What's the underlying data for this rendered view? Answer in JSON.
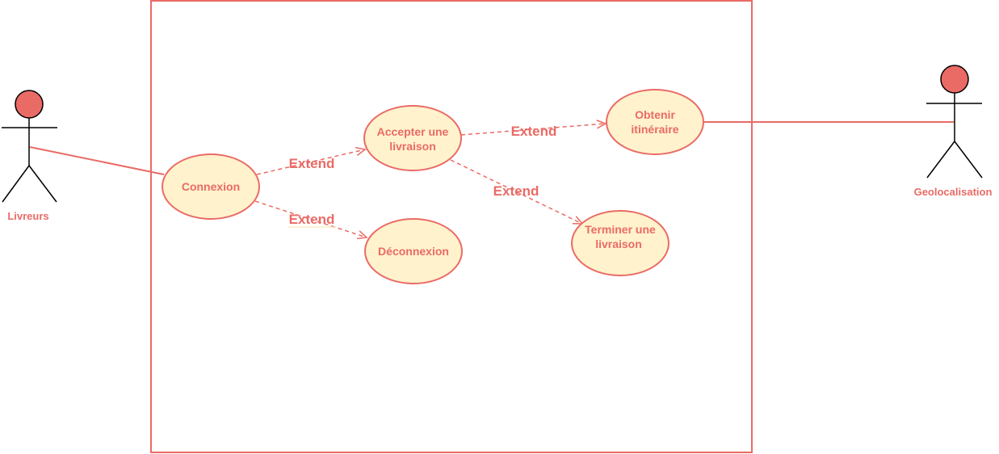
{
  "colors": {
    "accent": "#ea6b66",
    "ellipse_fill": "#fff2cc",
    "actor_head": "#ea6b66",
    "actor_body": "#000000",
    "label_underline": "#f5e6a8"
  },
  "actors": {
    "livreurs": {
      "label": "Livreurs",
      "icon": "stick-figure-icon"
    },
    "geolocalisation": {
      "label": "Geolocalisation",
      "icon": "stick-figure-icon"
    }
  },
  "use_cases": {
    "connexion": {
      "lines": [
        "Connexion"
      ]
    },
    "accepter": {
      "lines": [
        "Accepter une",
        "livraison"
      ]
    },
    "deconnexion": {
      "lines": [
        "Déconnexion"
      ]
    },
    "obtenir": {
      "lines": [
        "Obtenir",
        "itinéraire"
      ]
    },
    "terminer": {
      "lines": [
        "Terminer une",
        "livraison"
      ]
    }
  },
  "relations": {
    "connexion_accepter": {
      "type": "extend",
      "label": "Extend"
    },
    "connexion_deconnexion": {
      "type": "extend",
      "label": "Extend"
    },
    "accepter_obtenir": {
      "type": "extend",
      "label": "Extend"
    },
    "accepter_terminer": {
      "type": "extend",
      "label": "Extend"
    }
  }
}
